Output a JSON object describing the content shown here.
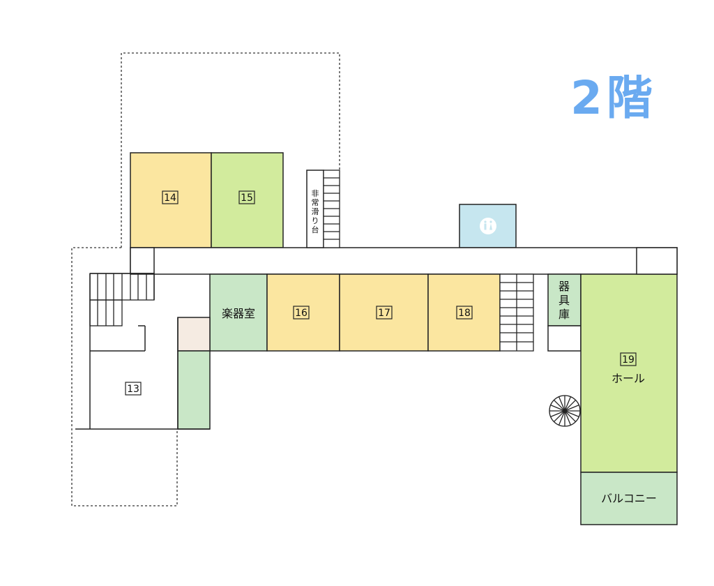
{
  "floor": {
    "title": "2階"
  },
  "rooms": {
    "r13": {
      "number": "13"
    },
    "r14": {
      "number": "14"
    },
    "r15": {
      "number": "15"
    },
    "r16": {
      "number": "16"
    },
    "r17": {
      "number": "17"
    },
    "r18": {
      "number": "18"
    },
    "r19": {
      "number": "19",
      "name": "ホール"
    },
    "music": {
      "name": "楽器室"
    },
    "equipment": {
      "name_lines": [
        "器",
        "具",
        "庫"
      ]
    },
    "balcony": {
      "name": "バルコニー"
    },
    "escape": {
      "name_lines": [
        "非",
        "常",
        "滑",
        "り",
        "台"
      ]
    },
    "toilet": {
      "icon": "restroom-icon"
    }
  },
  "colors": {
    "yellow": "#fbe6a0",
    "green": "#d2eb9d",
    "light_green": "#c9e7c7",
    "blue": "#c6e6ef",
    "beige": "#f5ebe2",
    "title": "#6aaaf0"
  }
}
